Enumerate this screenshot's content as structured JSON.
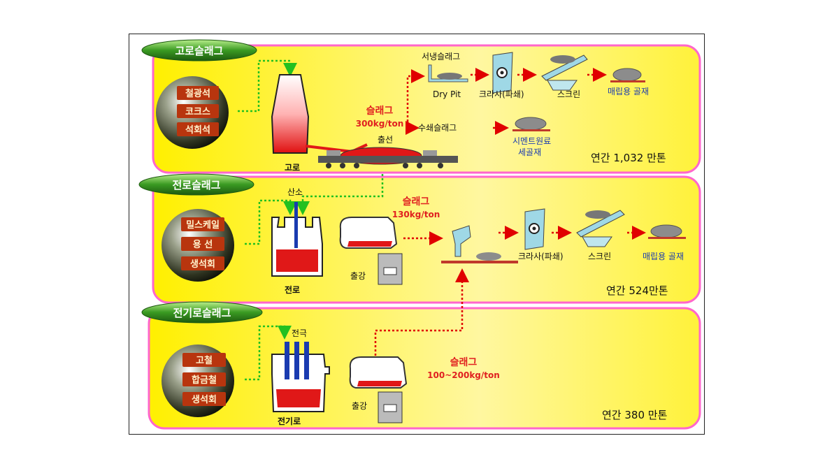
{
  "panels": [
    {
      "title": "고로슬래그",
      "raw_materials": [
        "철광석",
        "코크스",
        "석회석"
      ],
      "furnace_label": "고로",
      "tap_label": "출선",
      "slag_label": "슬래그",
      "slag_rate": "300kg/ton",
      "branch_top": "서냉슬래그",
      "branch_bottom": "수쇄슬래그",
      "steps": [
        "Dry Pit",
        "크라사(파쇄)",
        "스크린"
      ],
      "product_top": "매립용 골재",
      "product_bottom_1": "시멘트원료",
      "product_bottom_2": "세골재",
      "annual": "연간 1,032 만톤"
    },
    {
      "title": "전로슬래그",
      "raw_materials": [
        "밀스케일",
        "용 선",
        "생석회"
      ],
      "furnace_label": "전로",
      "oxygen_label": "산소",
      "tap_label": "출강",
      "slag_label": "슬래그",
      "slag_rate": "130kg/ton",
      "steps": [
        "크라사(파쇄)",
        "스크린"
      ],
      "product": "매립용 골재",
      "annual": "연간 524만톤"
    },
    {
      "title": "전기로슬래그",
      "raw_materials": [
        "고철",
        "합금철",
        "생석회"
      ],
      "furnace_label": "전기로",
      "electrode_label": "전극",
      "tap_label": "출강",
      "slag_label": "슬래그",
      "slag_rate": "100~200kg/ton",
      "annual": "연간 380 만톤"
    }
  ],
  "colors": {
    "panel_fill": "#fff53a",
    "panel_border": "#ff66cc",
    "arrow_red": "#e00000",
    "arrow_green": "#22c020",
    "title_green": "#2e8b1e",
    "box_brown": "#b8350e",
    "slag_red": "#e01818"
  },
  "icons": [
    "blast-furnace-icon",
    "converter-icon",
    "electric-furnace-icon",
    "ladle-icon",
    "crusher-icon",
    "screen-icon",
    "slag-pile-icon"
  ]
}
